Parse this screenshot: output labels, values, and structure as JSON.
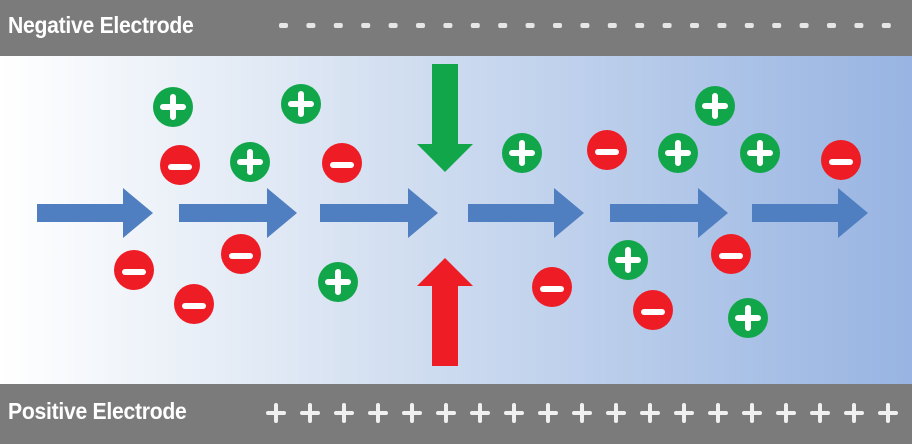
{
  "labels": {
    "negative": "Negative Electrode",
    "positive": "Positive Electrode"
  },
  "ion_symbols": {
    "positive": "+",
    "negative": "−"
  },
  "colors": {
    "electrode": "#7b7b7b",
    "positive_ion": "#12a64a",
    "negative_ion": "#ee1c24",
    "flow_arrow": "#4f7fc0",
    "down_arrow": "#12a64a",
    "up_arrow": "#ee1c24"
  },
  "counts": {
    "negative_charges": 23,
    "positive_charges": 19,
    "positive_ions": 10,
    "negative_ions": 10,
    "flow_arrows": 6
  }
}
